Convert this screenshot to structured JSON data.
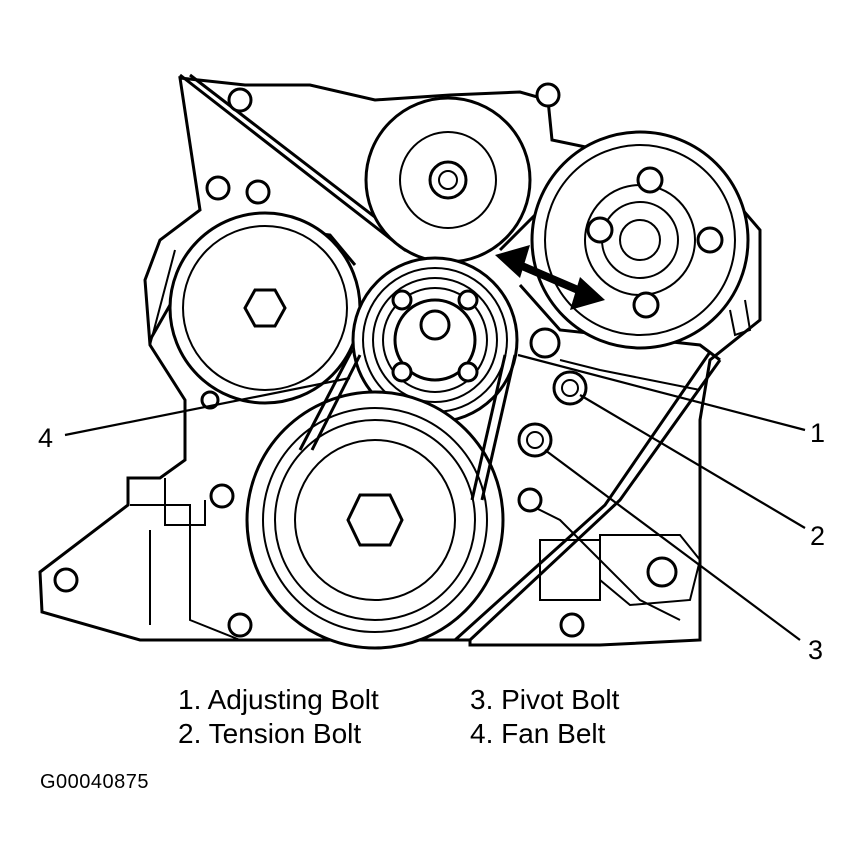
{
  "callouts": [
    {
      "id": "1",
      "label": "1"
    },
    {
      "id": "2",
      "label": "2"
    },
    {
      "id": "3",
      "label": "3"
    },
    {
      "id": "4",
      "label": "4"
    }
  ],
  "legend": [
    {
      "text": "1. Adjusting Bolt"
    },
    {
      "text": "2. Tension Bolt"
    },
    {
      "text": "3. Pivot Bolt"
    },
    {
      "text": "4. Fan Belt"
    }
  ],
  "figure_id": "G00040875",
  "colors": {
    "ink": "#000000",
    "paper": "#ffffff"
  }
}
